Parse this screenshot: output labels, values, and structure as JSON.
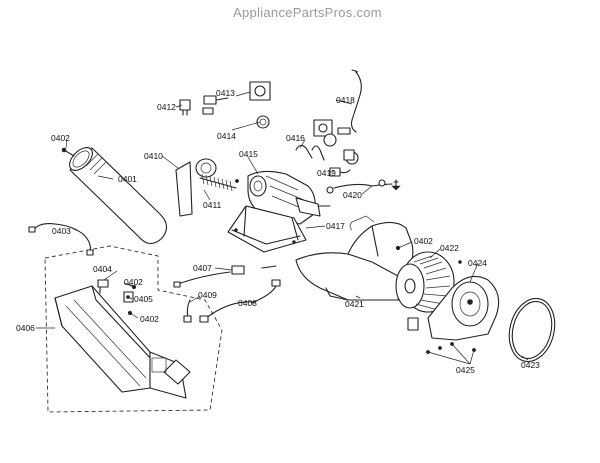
{
  "watermark": "AppliancePartsPros.com",
  "callouts": {
    "c0413": "0413",
    "c0412": "0412",
    "c0414": "0414",
    "c0418": "0418",
    "c0416": "0416",
    "c0402a": "0402",
    "c0410": "0410",
    "c0415": "0415",
    "c0419": "0419",
    "c0401": "0401",
    "c0411": "0411",
    "c0420": "0420",
    "c0403": "0403",
    "c0417": "0417",
    "c0402b": "0402",
    "c0422": "0422",
    "c0404": "0404",
    "c0407": "0407",
    "c0424": "0424",
    "c0402c": "0402",
    "c0405": "0405",
    "c0409": "0409",
    "c0408": "0408",
    "c0421": "0421",
    "c0402d": "0402",
    "c0406": "0406",
    "c0425": "0425",
    "c0423": "0423"
  }
}
